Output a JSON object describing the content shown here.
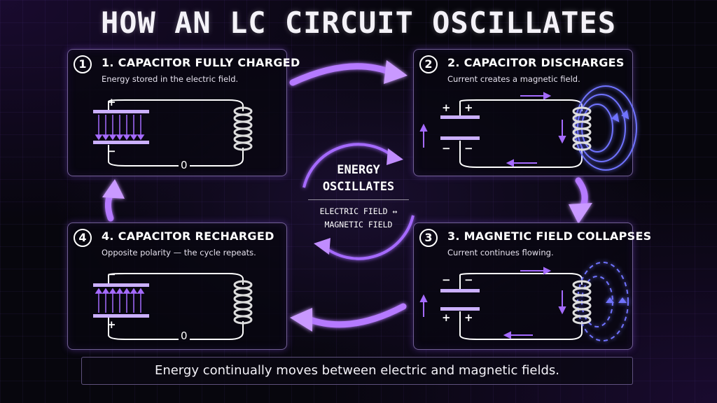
{
  "title": "HOW AN LC CIRCUIT OSCILLATES",
  "panels": [
    {
      "number": "1",
      "title": "1. CAPACITOR FULLY CHARGED",
      "subtitle": "Energy stored in the electric field.",
      "current_label": "0"
    },
    {
      "number": "2",
      "title": "2. CAPACITOR DISCHARGES",
      "subtitle": "Current creates a magnetic field."
    },
    {
      "number": "3",
      "title": "3. MAGNETIC FIELD COLLAPSES",
      "subtitle": "Current continues flowing."
    },
    {
      "number": "4",
      "title": "4. CAPACITOR RECHARGED",
      "subtitle": "Opposite polarity — the cycle repeats.",
      "current_label": "0"
    }
  ],
  "signs": {
    "plus": "+",
    "minus": "−"
  },
  "center": {
    "line1": "ENERGY",
    "line2": "OSCILLATES",
    "line3": "ELECTRIC FIELD ↔",
    "line4": "MAGNETIC FIELD"
  },
  "footer": "Energy continually moves between electric and magnetic fields.",
  "colors": {
    "accent": "#a56bff",
    "accent_light": "#c9a3ff",
    "field_blue": "#6f73ff",
    "wire": "#ffffff",
    "plate": "#c9a8ff",
    "background": "#07060d"
  },
  "icons": [
    "circular-arrow-icon",
    "capacitor-icon",
    "inductor-coil-icon",
    "magnetic-field-icon"
  ]
}
